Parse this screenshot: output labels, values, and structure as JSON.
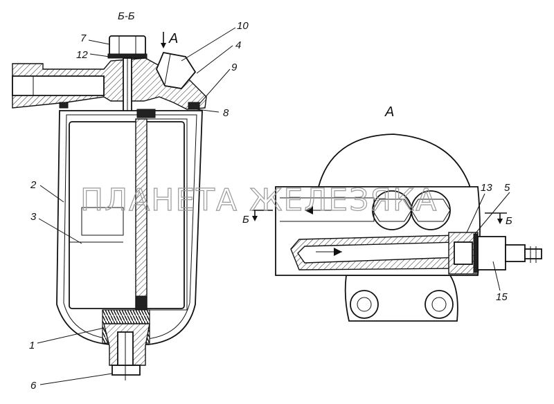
{
  "section_label": "Б-Б",
  "view_label": "А",
  "view_arrow_label": "А",
  "cut_label_left": "Б",
  "cut_label_right": "Б",
  "watermark": "ПЛАНЕТА ЖЕЛЕЗЯКА",
  "callouts": {
    "c1": "1",
    "c2": "2",
    "c3": "3",
    "c4": "4",
    "c5": "5",
    "c6": "6",
    "c7": "7",
    "c8": "8",
    "c9": "9",
    "c10": "10",
    "c12": "12",
    "c13": "13",
    "c15": "15"
  }
}
